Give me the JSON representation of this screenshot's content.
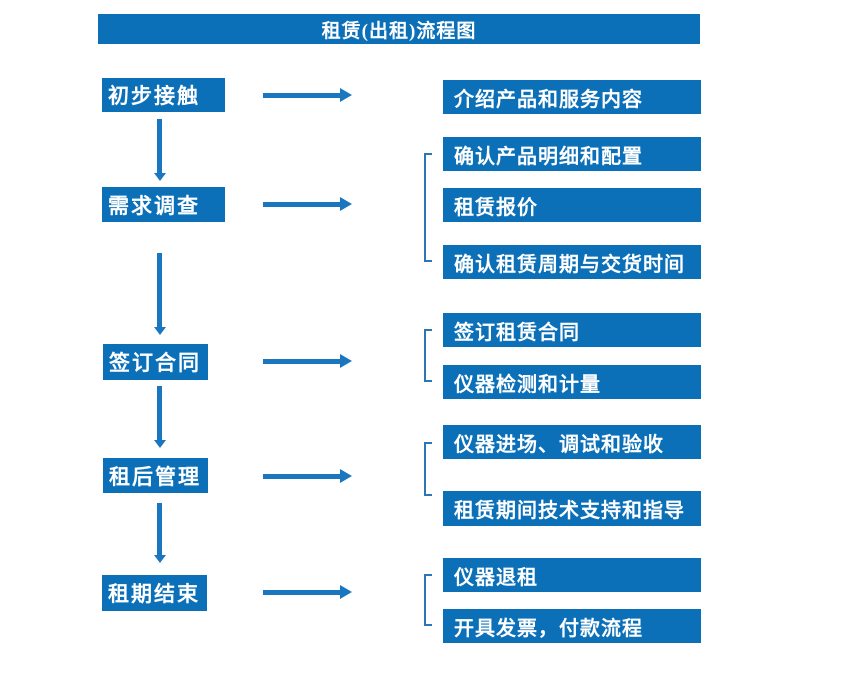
{
  "title": "租赁(出租)流程图",
  "colors": {
    "box_blue": "#0C70B8",
    "arrow_blue": "#1B76C0",
    "bracket_blue": "#2E75B6",
    "text_white": "#FFFFFF",
    "background": "#FFFFFF"
  },
  "steps": [
    {
      "label": "初步接触",
      "details": [
        "介绍产品和服务内容"
      ]
    },
    {
      "label": "需求调查",
      "details": [
        "确认产品明细和配置",
        "租赁报价",
        "确认租赁周期与交货时间"
      ]
    },
    {
      "label": "签订合同",
      "details": [
        "签订租赁合同",
        "仪器检测和计量"
      ]
    },
    {
      "label": "租后管理",
      "details": [
        "仪器进场、调试和验收",
        "租赁期间技术支持和指导"
      ]
    },
    {
      "label": "租期结束",
      "details": [
        "仪器退租",
        "开具发票，付款流程"
      ]
    }
  ]
}
